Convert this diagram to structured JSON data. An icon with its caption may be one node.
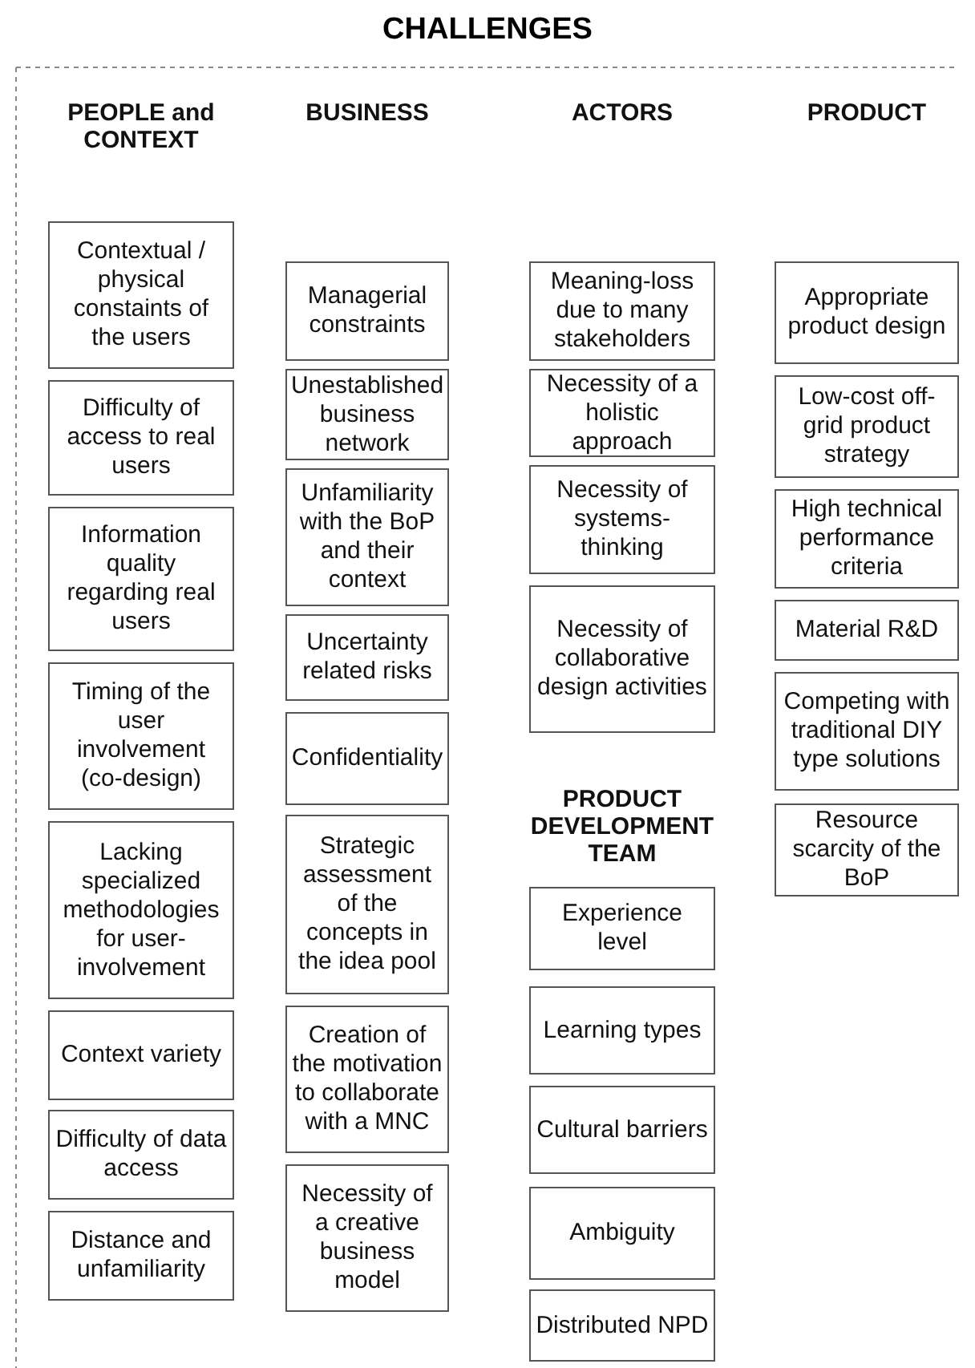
{
  "diagram": {
    "title": "CHALLENGES",
    "labels": [
      "PEOPLE and CONTEXT",
      "BUSINESS",
      "ACTORS",
      "PRODUCT",
      "PRODUCT DEVELOPMENT TEAM"
    ],
    "nodes": [
      {
        "text": [
          "Contextual / physical constaints of the users"
        ]
      },
      {
        "text": [
          "Difficulty of access to real users"
        ]
      },
      {
        "text": [
          "Information quality regarding real users"
        ]
      },
      {
        "text": [
          "Timing of the user involvement (co-design)"
        ]
      },
      {
        "text": [
          "Lacking specialized methodologies for user-involvement"
        ]
      },
      {
        "text": [
          "Context variety"
        ]
      },
      {
        "text": [
          "Difficulty of data access"
        ]
      },
      {
        "text": [
          "Distance and unfamiliarity"
        ]
      },
      {
        "text": [
          "Managerial constraints"
        ]
      },
      {
        "text": [
          "Unestablished business network"
        ]
      },
      {
        "text": [
          "Unfamiliarity with the BoP and their context"
        ]
      },
      {
        "text": [
          "Uncertainty related risks"
        ]
      },
      {
        "text": [
          "Confidentiality"
        ]
      },
      {
        "text": [
          "Strategic assessment of the concepts in the idea pool"
        ]
      },
      {
        "text": [
          "Creation of the motivation to collaborate with a MNC"
        ]
      },
      {
        "text": [
          "Necessity of a creative business model"
        ]
      },
      {
        "text": [
          "Meaning-loss due to many stakeholders"
        ]
      },
      {
        "text": [
          "Necessity of a holistic approach"
        ]
      },
      {
        "text": [
          "Necessity of systems-thinking"
        ]
      },
      {
        "text": [
          "Necessity of collaborative design activities"
        ]
      },
      {
        "text": [
          "Experience level"
        ]
      },
      {
        "text": [
          "Learning types"
        ]
      },
      {
        "text": [
          "Cultural barriers"
        ]
      },
      {
        "text": [
          "Ambiguity"
        ]
      },
      {
        "text": [
          "Distributed NPD"
        ]
      },
      {
        "text": [
          "Appropriate product design"
        ]
      },
      {
        "text": [
          "Low-cost off-grid product strategy"
        ]
      },
      {
        "text": [
          "High technical performance criteria"
        ]
      },
      {
        "text": [
          "Material R&D"
        ]
      },
      {
        "text": [
          "Competing with traditional DIY type solutions"
        ]
      },
      {
        "text": [
          "Resource scarcity of the BoP"
        ]
      }
    ],
    "edges": []
  }
}
